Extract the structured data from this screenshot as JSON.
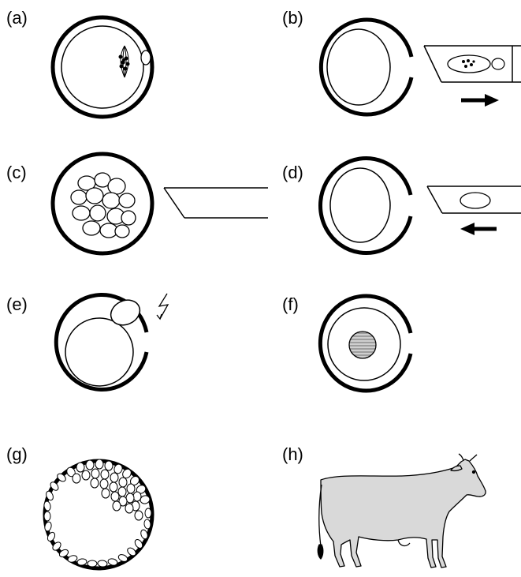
{
  "panels": [
    {
      "id": "a",
      "label": "(a)"
    },
    {
      "id": "b",
      "label": "(b)"
    },
    {
      "id": "c",
      "label": "(c)"
    },
    {
      "id": "d",
      "label": "(d)"
    },
    {
      "id": "e",
      "label": "(e)"
    },
    {
      "id": "f",
      "label": "(f)"
    },
    {
      "id": "g",
      "label": "(g)"
    },
    {
      "id": "h",
      "label": "(h)"
    }
  ],
  "colors": {
    "ink": "#000000",
    "background": "#ffffff",
    "cow_fill": "#d9d9d9",
    "nucleus_fill": "#bfbfbf"
  }
}
